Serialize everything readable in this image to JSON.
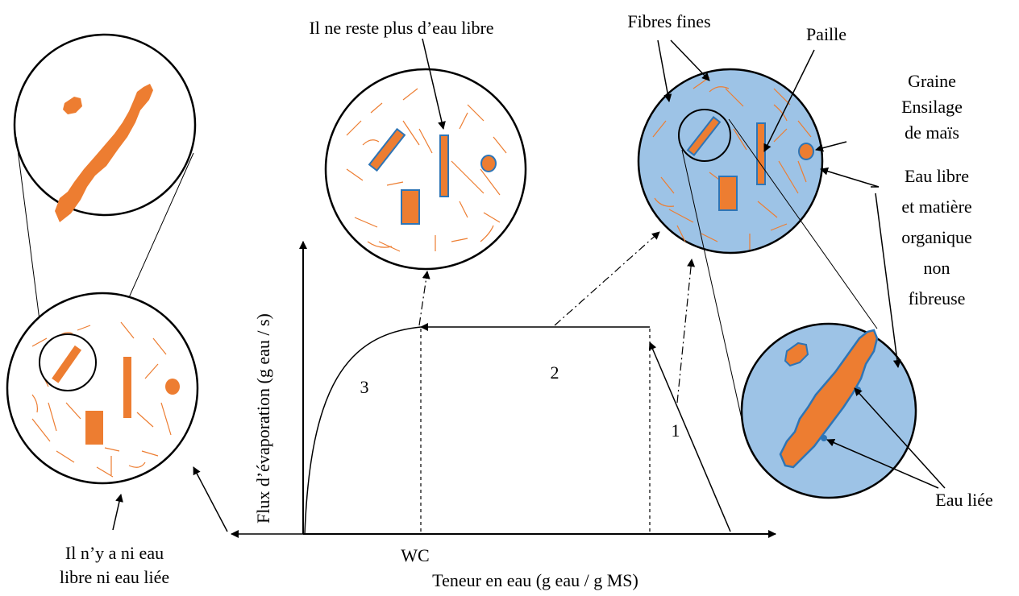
{
  "labels": {
    "y_axis": "Flux d’évaporation (g eau / s)",
    "x_axis": "Teneur en eau (g eau / g MS)",
    "wc": "WC",
    "zone1": "1",
    "zone2": "2",
    "zone3": "3",
    "no_free_water": "Il ne reste plus d’eau libre",
    "neither_line1": "Il n’y a ni eau",
    "neither_line2": "libre ni eau liée",
    "fine_fibers": "Fibres fines",
    "straw": "Paille",
    "seed_line1": "Graine",
    "seed_line2": "Ensilage",
    "seed_line3": "de maïs",
    "free_water_line1": "Eau libre",
    "free_water_line2": "et matière",
    "free_water_line3": "organique",
    "free_water_line4": "non",
    "free_water_line5": "fibreuse",
    "bound_water": "Eau liée"
  },
  "colors": {
    "orange": "#ED7D31",
    "blue_fill": "#9DC3E6",
    "blue_stroke": "#2E75B6",
    "ink": "#000000"
  }
}
